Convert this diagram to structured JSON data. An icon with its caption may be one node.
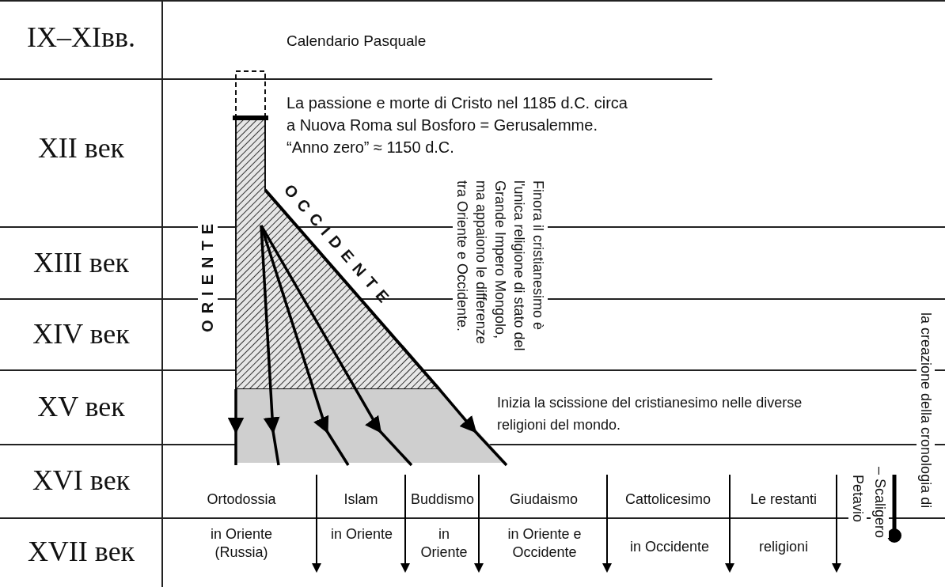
{
  "diagram": {
    "labels": [
      "IX–XIвв.",
      "XII век",
      "XIII век",
      "XIV век",
      "XV век",
      "XVI век",
      "XVII век",
      "Calendario Pasquale",
      "La passione e morte di Cristo nel 1185 d.C. circa a Nuova Roma sul Bosforo = Gerusalemme.",
      "“Anno zero” ≈ 1150 d.C.",
      "ORIENTE",
      "OCCIDENTE",
      "Finora il cristianesimo è l'unica religione di stato del Grande Impero Mongolo, ma appaiono le differenze tra Oriente e Occidente.",
      "Inizia la scissione del cristianesimo nelle diverse religioni del mondo.",
      "la creazione della cronologia di",
      "– Scaligero",
      "Petavio",
      "Ortodossia",
      "Islam",
      "Buddismo",
      "Giudaismo",
      "Cattolicesimo",
      "Le restanti",
      "in Oriente (Russia)",
      "in Oriente",
      "in Oriente",
      "in Oriente e Occidente",
      "in Occidente",
      "religioni"
    ]
  }
}
